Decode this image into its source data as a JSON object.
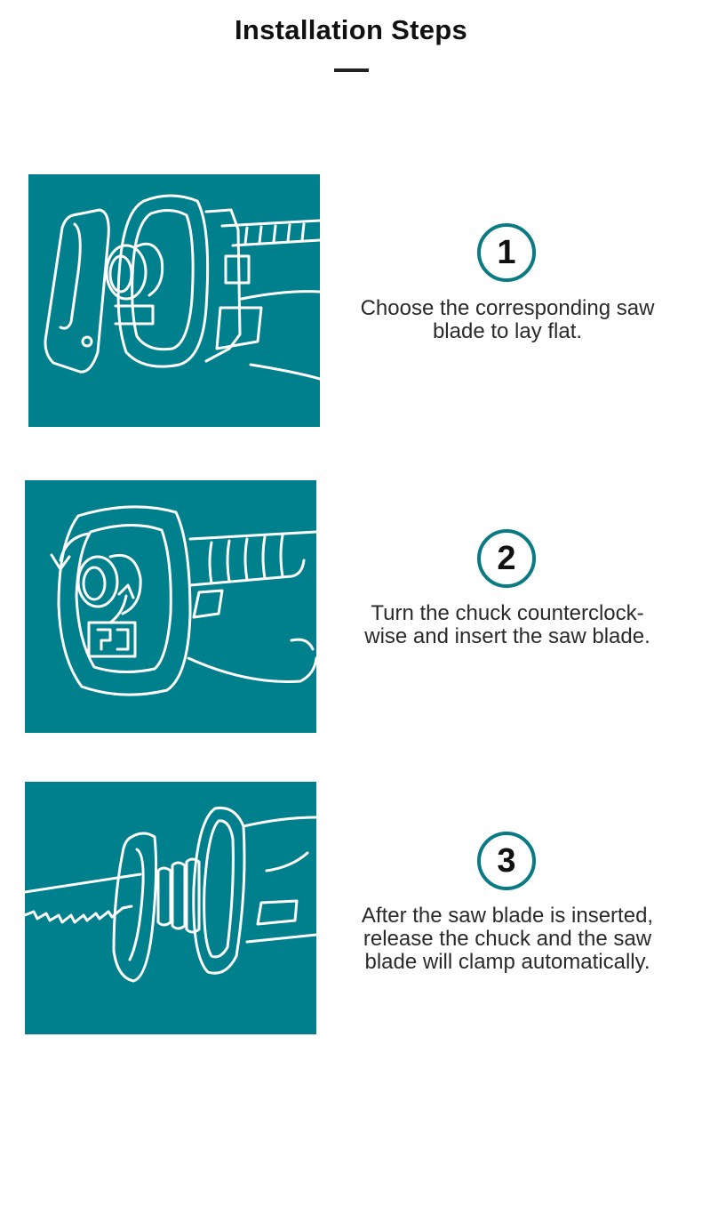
{
  "header": {
    "title": "Installation Steps"
  },
  "colors": {
    "panel": "#00808c",
    "badge_ring": "#0a7a85",
    "line_art": "#ffffff"
  },
  "steps": [
    {
      "number": "1",
      "icon": "reciprocating-saw-chuck-illustration",
      "lines": [
        "Choose the corresponding saw",
        "blade to lay flat."
      ]
    },
    {
      "number": "2",
      "icon": "reciprocating-saw-rotate-chuck-illustration",
      "lines": [
        "Turn the chuck counterclock-",
        "wise and insert the saw blade."
      ]
    },
    {
      "number": "3",
      "icon": "reciprocating-saw-blade-clamped-illustration",
      "lines": [
        "After the saw blade is inserted,",
        "release the chuck and the saw",
        "blade will clamp automatically."
      ]
    }
  ]
}
